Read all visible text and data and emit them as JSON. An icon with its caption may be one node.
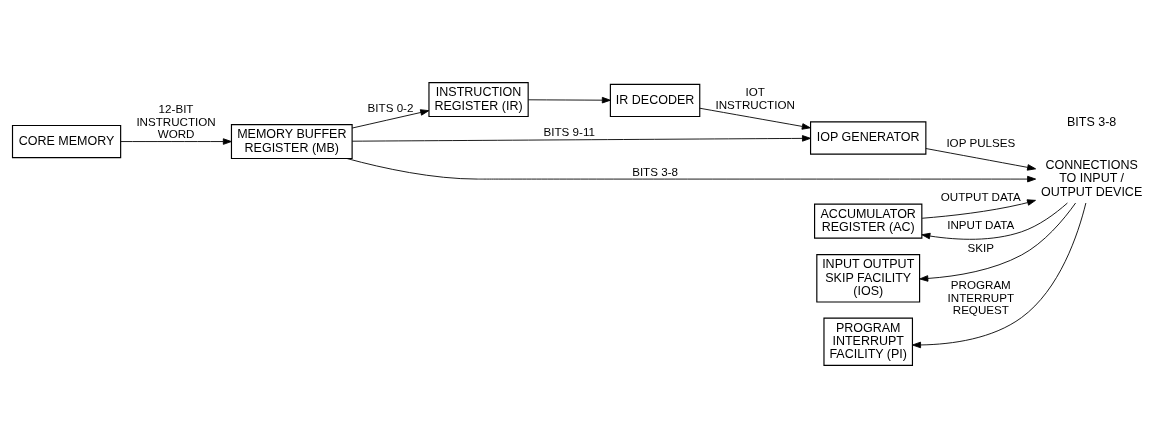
{
  "diagram": {
    "nodes": [
      {
        "text": [
          "CORE MEMORY"
        ]
      },
      {
        "text": [
          "MEMORY BUFFER REGISTER (MB)"
        ]
      },
      {
        "text": [
          "INSTRUCTION REGISTER (IR)"
        ]
      },
      {
        "text": [
          "IR DECODER"
        ]
      },
      {
        "text": [
          "IOP GENERATOR"
        ]
      },
      {
        "text": [
          "ACCUMULATOR REGISTER (AC)"
        ]
      },
      {
        "text": [
          "INPUT OUTPUT SKIP FACILITY (IOS)"
        ]
      },
      {
        "text": [
          "PROGRAM INTERRUPT FACILITY (PI)"
        ]
      },
      {
        "text": [
          "CONNECTIONS TO INPUT / OUTPUT DEVICE"
        ]
      }
    ],
    "edges": [
      {
        "from": 0,
        "to": 1,
        "arrow": "to",
        "label": "12-BIT INSTRUCTION WORD"
      },
      {
        "from": 1,
        "to": 2,
        "arrow": "to",
        "label": "BITS 0-2"
      },
      {
        "from": 2,
        "to": 3,
        "arrow": "to"
      },
      {
        "from": 3,
        "to": 4,
        "arrow": "to",
        "label": "IOT INSTRUCTION"
      },
      {
        "from": 1,
        "to": 4,
        "arrow": "to",
        "label": "BITS 9-11"
      },
      {
        "from": 4,
        "to": 8,
        "arrow": "to",
        "label": "IOP PULSES"
      },
      {
        "from": 1,
        "to": 8,
        "arrow": "to",
        "label": "BITS 3-8"
      },
      {
        "from": 5,
        "to": 8,
        "arrow": "to",
        "label": "OUTPUT DATA"
      },
      {
        "from": 8,
        "to": 5,
        "arrow": "to",
        "label": "INPUT DATA"
      },
      {
        "from": 8,
        "to": 6,
        "arrow": "to",
        "label": "SKIP"
      },
      {
        "from": 8,
        "to": 7,
        "arrow": "to",
        "label": "PROGRAM INTERRUPT REQUEST"
      }
    ],
    "labels": [
      "BITS 3-8"
    ]
  }
}
